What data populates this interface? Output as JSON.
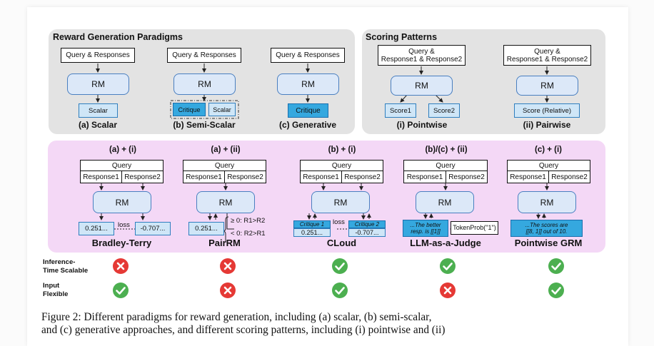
{
  "colors": {
    "gray_panel": "#e3e3e3",
    "pink_panel": "#f4d8f6",
    "rm_fill": "#dce8f8",
    "light_out": "#cfe6f7",
    "dark_out": "#35a8df",
    "check": "#4caf50",
    "cross": "#e53935"
  },
  "top": {
    "reward_title": "Reward Generation Paradigms",
    "scoring_title": "Scoring Patterns",
    "query_responses": "Query & Responses",
    "rm": "RM",
    "scalar": "Scalar",
    "critique": "Critique",
    "caption_a": "(a) Scalar",
    "caption_b": "(b) Semi-Scalar",
    "caption_c": "(c) Generative",
    "pointwise_input_1": "Query &",
    "pointwise_input_2": "Response1 & Response2",
    "score1": "Score1",
    "score2": "Score2",
    "score_relative": "Score (Relative)",
    "caption_i": "(i) Pointwise",
    "caption_ii": "(ii) Pairwise"
  },
  "methods": {
    "query": "Query",
    "response1": "Response1",
    "response2": "Response2",
    "rm": "RM",
    "bt": {
      "head": "(a) + (i)",
      "out1": "0.251...",
      "out2": "-0.707...",
      "loss": "loss",
      "name": "Bradley-Terry"
    },
    "pairrm": {
      "head": "(a) + (ii)",
      "out": "0.251...",
      "rule1": "≥ 0: R1>R2",
      "rule2": "< 0: R2>R1",
      "name": "PairRM"
    },
    "cloud": {
      "head": "(b) + (i)",
      "crit1": "Critique 1",
      "crit2": "Critique 2",
      "out1": "0.251...",
      "out2": "-0.707...",
      "loss": "loss",
      "name": "CLoud"
    },
    "judge": {
      "head": "(b)/(c) + (ii)",
      "text1": "...The better",
      "text2": "resp. is [[1]]",
      "prob": "TokenProb(\"1\")",
      "name": "LLM-as-a-Judge"
    },
    "grm": {
      "head": "(c) + (i)",
      "text1": "...The scores are",
      "text2": "[[8, 1]] out of 10.",
      "name": "Pointwise GRM"
    }
  },
  "criteria": [
    {
      "line1": "Inference-",
      "line2": "Time Scalable",
      "marks": [
        "cross",
        "cross",
        "check",
        "check",
        "check"
      ]
    },
    {
      "line1": "Input",
      "line2": "Flexible",
      "marks": [
        "check",
        "cross",
        "check",
        "cross",
        "check"
      ]
    }
  ],
  "caption": {
    "line1": "Figure 2: Different paradigms for reward generation, including (a) scalar, (b) semi-scalar,",
    "line2": "and (c) generative approaches, and different scoring patterns, including (i) pointwise and (ii)"
  }
}
